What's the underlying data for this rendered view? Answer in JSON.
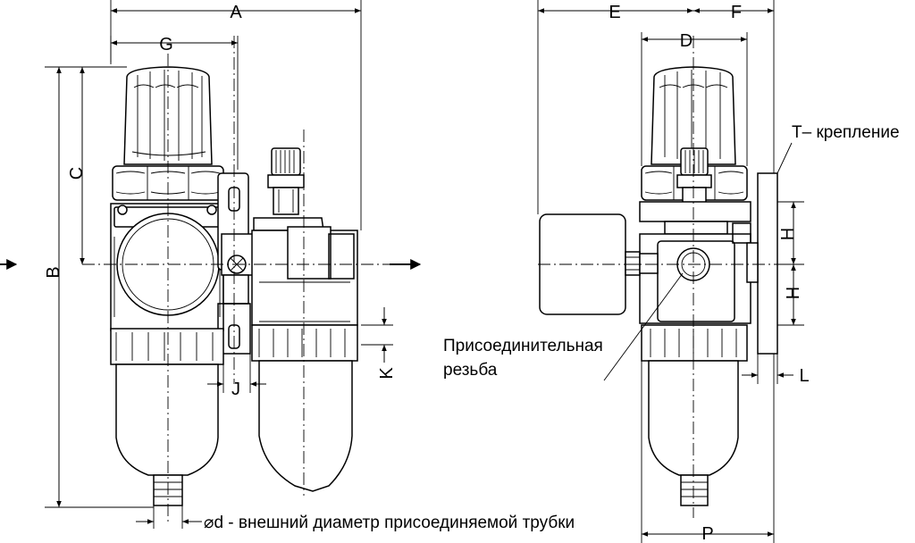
{
  "dimensions": {
    "A": "A",
    "B": "B",
    "C": "C",
    "D": "D",
    "E": "E",
    "F": "F",
    "G": "G",
    "H1": "H",
    "H2": "H",
    "J": "J",
    "K": "K",
    "L": "L",
    "P": "P"
  },
  "notes": {
    "mounting": "T– крепление",
    "thread_line1": "Присоединительная",
    "thread_line2": "резьба",
    "tube": "⌀d - внешний диаметр присоединяемой трубки"
  },
  "colors": {
    "line": "#000000",
    "background": "#ffffff"
  },
  "icons": {
    "flow_in": "arrow-right-icon",
    "flow_out": "arrow-right-icon"
  }
}
